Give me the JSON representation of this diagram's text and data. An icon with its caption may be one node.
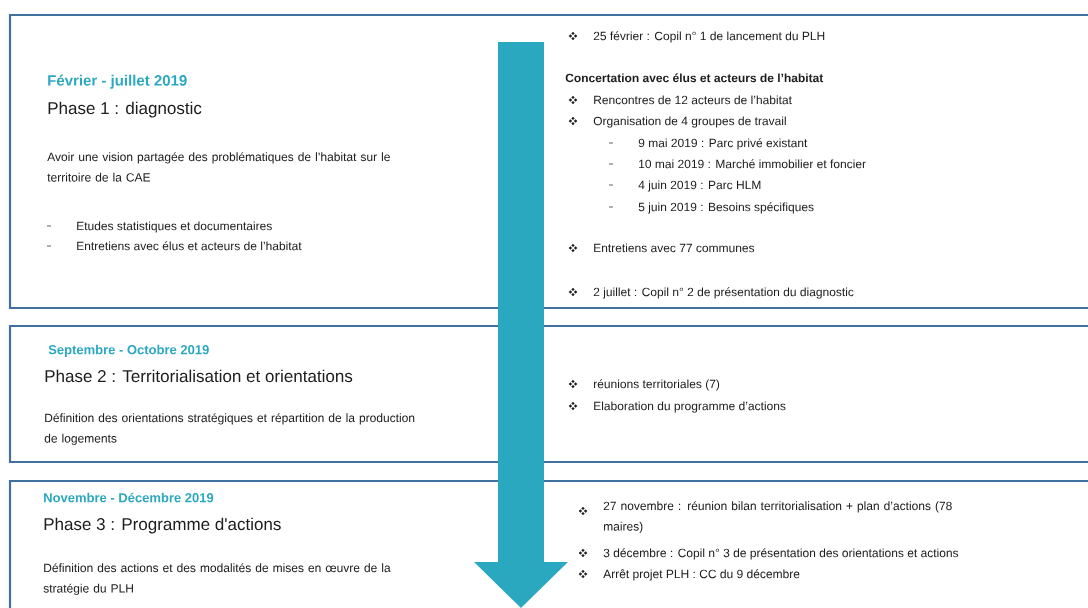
{
  "diagram": {
    "nodes": [
      {
        "text": [
          "Février - juillet 2019",
          "Phase 1 : diagnostic",
          "Avoir une vision partagée des problématiques de l’habitat sur le territoire de la CAE",
          "Etudes statistiques et documentaires",
          "Entretiens avec élus et acteurs de l’habitat",
          "25 février : Copil n° 1 de lancement du PLH",
          "Concertation avec élus et acteurs de l’habitat",
          "Rencontres de 12 acteurs de l’habitat",
          "Organisation de 4 groupes de travail",
          "9 mai 2019 : Parc privé existant",
          "10 mai 2019 : Marché immobilier et foncier",
          "4 juin 2019 : Parc HLM",
          "5 juin 2019 : Besoins spécifiques",
          "Entretiens avec 77 communes",
          "2 juillet : Copil n° 2 de présentation du diagnostic"
        ]
      },
      {
        "text": [
          "Septembre - Octobre 2019",
          "Phase 2 : Territorialisation et orientations",
          "Définition des orientations stratégiques et répartition de la production de logements",
          "réunions territoriales (7)",
          "Elaboration du programme d’actions"
        ]
      },
      {
        "text": [
          "Novembre - Décembre 2019",
          "Phase 3 : Programme d'actions",
          "Définition des actions et des modalités de mises en œuvre de la stratégie du PLH",
          "27 novembre : réunion bilan territorialisation + plan d’actions (78 maires)",
          "3 décembre : Copil n° 3 de présentation des orientations et actions",
          "Arrêt projet PLH : CC du 9 décembre"
        ]
      }
    ],
    "edges": []
  }
}
